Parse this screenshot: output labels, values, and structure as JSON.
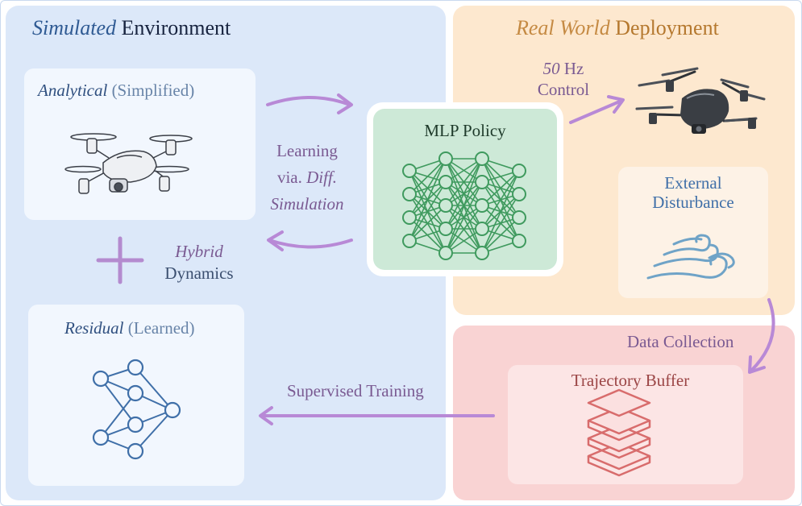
{
  "colors": {
    "sim_panel": "#dce8f9",
    "real_panel": "#fde8cf",
    "data_panel": "#f9d3d3",
    "mlp_panel": "#cde9d7",
    "arrow": "#b889d6",
    "text_purple": "#7a5a92",
    "text_blue": "#2f4f7f",
    "nn_green": "#3f9a5e",
    "nn_blue": "#3f6fa8",
    "stack_red": "#d86c6c",
    "wind_blue": "#6fa3c7"
  },
  "simulated": {
    "title_italic": "Simulated",
    "title_rest": " Environment",
    "analytical": {
      "italic": "Analytical",
      "rest": " (Simplified)",
      "icon": "drone-sketch-icon"
    },
    "plus_icon": "plus-icon",
    "hybrid": {
      "line1": "Hybrid",
      "line2": "Dynamics"
    },
    "residual": {
      "italic": "Residual",
      "rest": " (Learned)",
      "icon": "neural-network-icon"
    },
    "learning": {
      "line1": "Learning",
      "line2_plain": "via. ",
      "line2_italic": "Diff.",
      "line3": "Simulation"
    }
  },
  "mlp": {
    "label": "MLP Policy",
    "icon": "mlp-network-icon"
  },
  "real_world": {
    "title_italic": "Real World",
    "title_rest": " Deployment",
    "control": {
      "line1_italic": "50",
      "line1_rest": " Hz",
      "line2": "Control"
    },
    "drone_icon": "drone-photo-icon",
    "disturbance": {
      "line1": "External",
      "line2": "Disturbance",
      "icon": "wind-icon"
    }
  },
  "data_collection": {
    "label": "Data Collection",
    "buffer": {
      "label": "Trajectory Buffer",
      "icon": "stack-layers-icon"
    },
    "supervised": "Supervised Training"
  }
}
